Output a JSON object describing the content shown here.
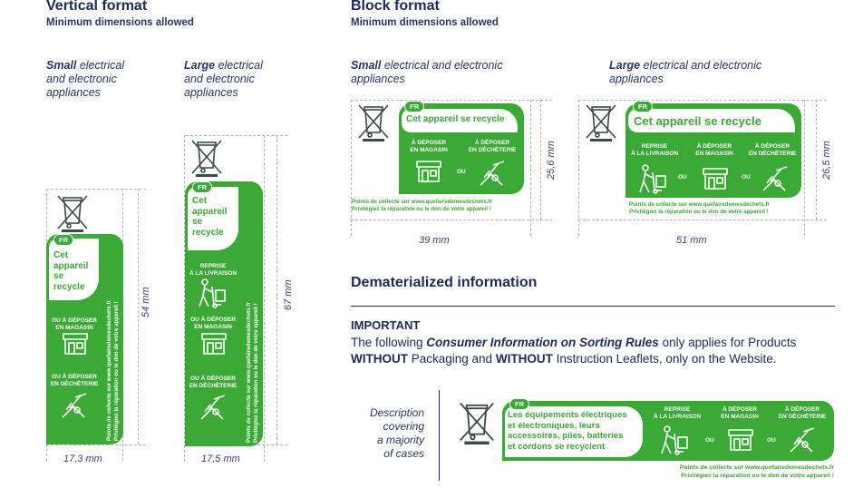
{
  "vertical": {
    "title": "Vertical format",
    "subtitle": "Minimum dimensions allowed",
    "small_caption_bold": "Small",
    "small_caption_rest": " electrical and electronic appliances",
    "large_caption_bold": "Large",
    "large_caption_rest": " electrical and electronic appliances",
    "small_height": "54 mm",
    "small_width": "17,3 mm",
    "large_height": "67 mm",
    "large_width": "17,5 mm"
  },
  "block": {
    "title": "Block format",
    "subtitle": "Minimum dimensions allowed",
    "small_caption_bold": "Small",
    "small_caption_rest": " electrical and electronic appliances",
    "large_caption_bold": "Large",
    "large_caption_rest": " electrical and electronic appliances",
    "small_width": "39 mm",
    "small_height": "25,6 mm",
    "large_width": "51 mm",
    "large_height": "26,5 mm"
  },
  "logo": {
    "fr": "FR",
    "title_multi": [
      "Cet",
      "appareil",
      "se",
      "recycle"
    ],
    "title_one": "Cet appareil se recycle",
    "reprise": [
      "REPRISE",
      "À LA LIVRAISON"
    ],
    "magasin": [
      "À DÉPOSER",
      "EN MAGASIN"
    ],
    "decheterie": [
      "À DÉPOSER",
      "EN DÉCHÈTERIE"
    ],
    "ou_magasin": [
      "OU À DÉPOSER",
      "EN MAGASIN"
    ],
    "ou_decheterie": [
      "OU À DÉPOSER",
      "EN DÉCHÈTERIE"
    ],
    "ou": "OU",
    "footer1": "Points de collecte sur www.quefairedemesdechets.fr",
    "footer2": "Privilégiez la réparation ou le don de votre appareil !",
    "footer1_vertical": "Points de collecte sur www.quefairedemesdechets.fr",
    "footer2_vertical": "Privilégiez la réparation ou le don de votre appareil !",
    "wide_title": [
      "Les équipements électriques",
      "et électroniques, leurs",
      "accessoires, piles, batteries",
      "et cordons se recyclent"
    ]
  },
  "dematerialized": {
    "title": "Dematerialized information",
    "important": "IMPORTANT",
    "text_1": "The following ",
    "text_2": "Consumer Information on Sorting Rules",
    "text_3": " only applies for Products",
    "text_4": "WITHOUT",
    "text_5": " Packaging and ",
    "text_6": "WITHOUT",
    "text_7": " Instruction Leaflets, only on the Website.",
    "description": [
      "Description",
      "covering",
      "a majority",
      "of cases"
    ]
  },
  "colors": {
    "green": "#3ba935",
    "navy": "#1d2a5b"
  },
  "icons": [
    "crossed-bin-icon",
    "store-icon",
    "delivery-icon",
    "recycling-drop-icon"
  ]
}
